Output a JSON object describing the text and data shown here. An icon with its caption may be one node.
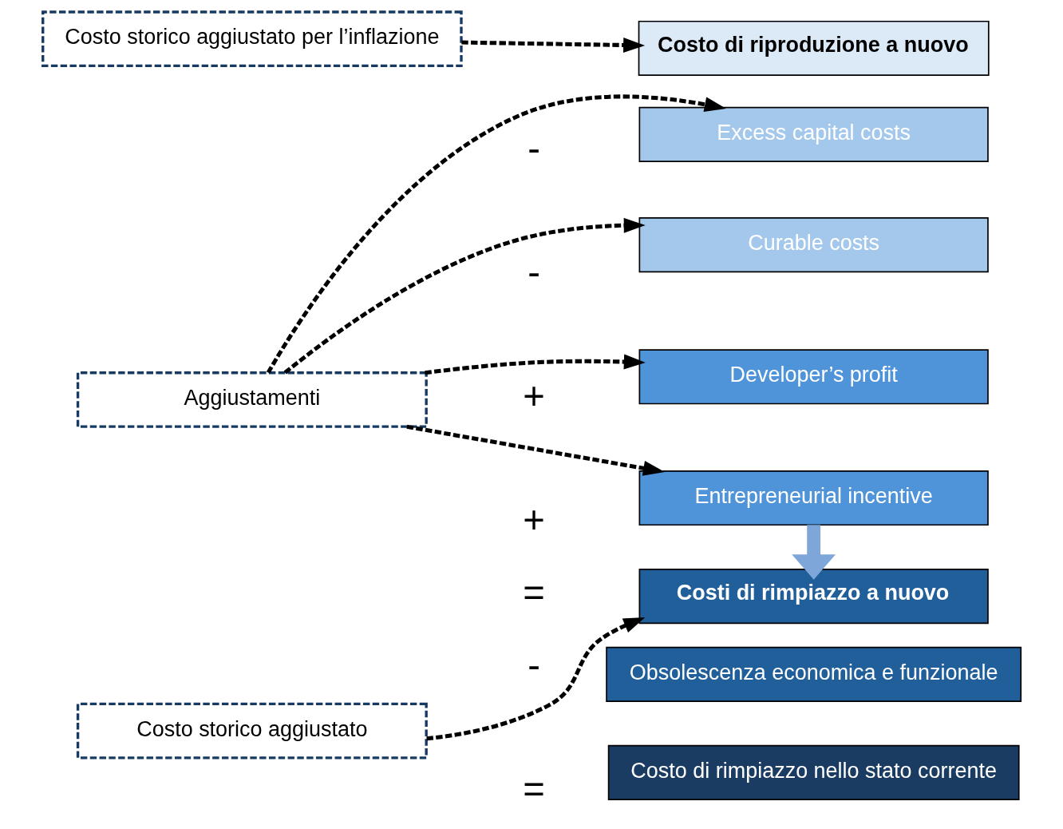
{
  "diagram": {
    "nodes": [
      {
        "text": [
          "Costo storico aggiustato per l’inflazione"
        ]
      },
      {
        "text": [
          "Costo di riproduzione a nuovo"
        ]
      },
      {
        "text": [
          "Aggiustamenti"
        ]
      },
      {
        "text": [
          "Excess capital costs"
        ]
      },
      {
        "text": [
          "Curable costs"
        ]
      },
      {
        "text": [
          "Developer’s profit"
        ]
      },
      {
        "text": [
          "Entrepreneurial incentive"
        ]
      },
      {
        "text": [
          "Costo storico aggiustato"
        ]
      },
      {
        "text": [
          "Costi di rimpiazzo a nuovo"
        ]
      },
      {
        "text": [
          "Obsolescenza economica e funzionale"
        ]
      },
      {
        "text": [
          "Costo di rimpiazzo nello stato corrente"
        ]
      }
    ],
    "edges": [
      {
        "from": 0,
        "to": 1,
        "arrow": "to",
        "style": "dashed"
      },
      {
        "from": 2,
        "to": 3,
        "arrow": "to",
        "style": "dashed"
      },
      {
        "from": 2,
        "to": 4,
        "arrow": "to",
        "style": "dashed"
      },
      {
        "from": 2,
        "to": 5,
        "arrow": "to",
        "style": "dashed"
      },
      {
        "from": 2,
        "to": 6,
        "arrow": "to",
        "style": "dashed"
      },
      {
        "from": 6,
        "to": 8,
        "arrow": "to",
        "style": "thick",
        "color": "#7fa6d8"
      },
      {
        "from": 7,
        "to": 8,
        "arrow": "to",
        "style": "dashed"
      }
    ],
    "labels": [
      "-",
      "-",
      "+",
      "+",
      "=",
      "-",
      "="
    ]
  }
}
